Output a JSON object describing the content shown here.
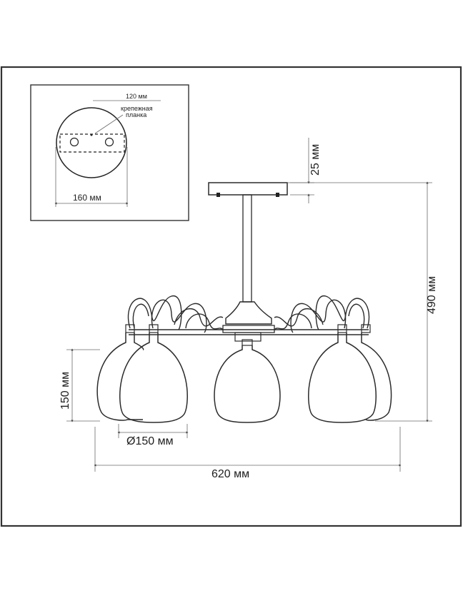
{
  "inset": {
    "plate_width": "120 мм",
    "mounting_label_line1": "крепежная",
    "mounting_label_line2": "планка",
    "canopy_diameter": "160 мм"
  },
  "dimensions": {
    "canopy_height": "25 мм",
    "total_height": "490 мм",
    "shade_height": "150 мм",
    "shade_diameter": "Ø150 мм",
    "total_width": "620 мм"
  }
}
